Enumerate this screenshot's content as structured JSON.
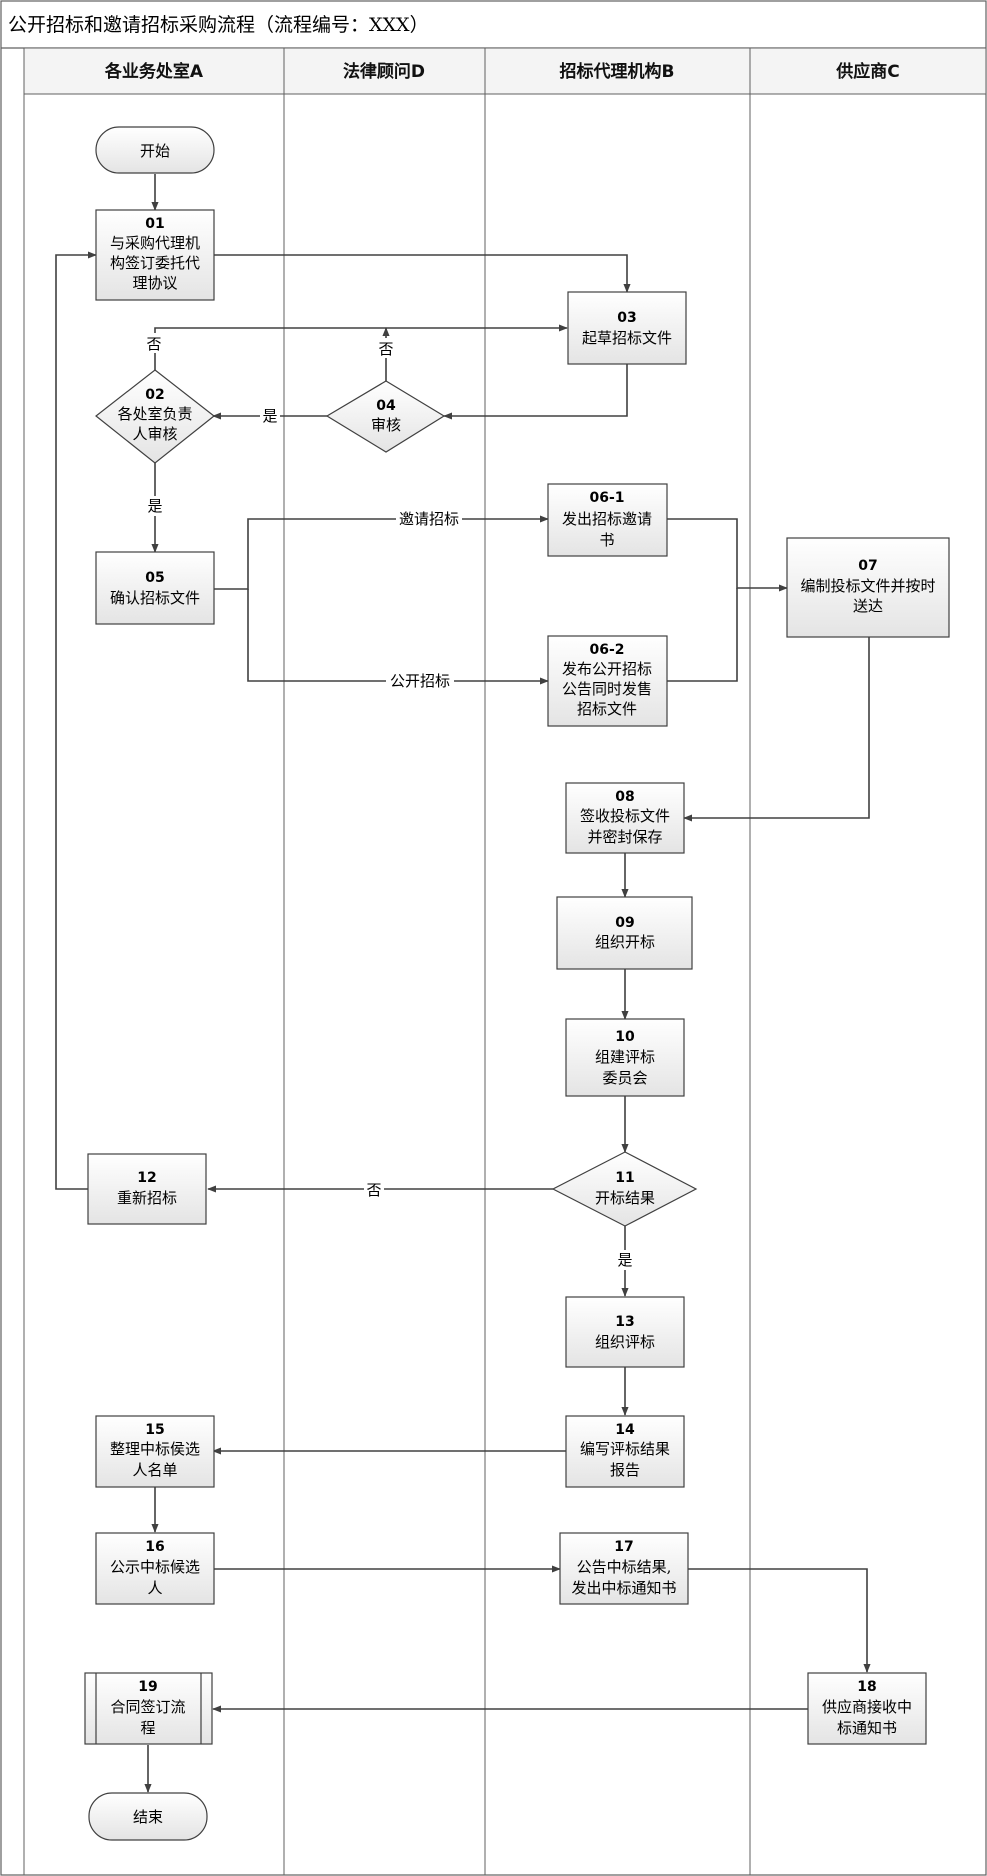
{
  "title": "公开招标和邀请招标采购流程（流程编号：XXX）",
  "lanes": [
    {
      "id": "A",
      "label": "各业务处室A"
    },
    {
      "id": "D",
      "label": "法律顾问D"
    },
    {
      "id": "B",
      "label": "招标代理机构B"
    },
    {
      "id": "C",
      "label": "供应商C"
    }
  ],
  "nodes": {
    "start": {
      "lines": [
        "开始"
      ]
    },
    "n01": {
      "num": "01",
      "lines": [
        "与采购代理机",
        "构签订委托代",
        "理协议"
      ]
    },
    "n03": {
      "num": "03",
      "lines": [
        "起草招标文件"
      ]
    },
    "n02": {
      "num": "02",
      "lines": [
        "各处室负责",
        "人审核"
      ]
    },
    "n04": {
      "num": "04",
      "lines": [
        "审核"
      ]
    },
    "n05": {
      "num": "05",
      "lines": [
        "确认招标文件"
      ]
    },
    "n061": {
      "num": "06-1",
      "lines": [
        "发出招标邀请",
        "书"
      ]
    },
    "n062": {
      "num": "06-2",
      "lines": [
        "发布公开招标",
        "公告同时发售",
        "招标文件"
      ]
    },
    "n07": {
      "num": "07",
      "lines": [
        "编制投标文件并按时",
        "送达"
      ]
    },
    "n08": {
      "num": "08",
      "lines": [
        "签收投标文件",
        "并密封保存"
      ]
    },
    "n09": {
      "num": "09",
      "lines": [
        "组织开标"
      ]
    },
    "n10": {
      "num": "10",
      "lines": [
        "组建评标",
        "委员会"
      ]
    },
    "n11": {
      "num": "11",
      "lines": [
        "开标结果"
      ]
    },
    "n12": {
      "num": "12",
      "lines": [
        "重新招标"
      ]
    },
    "n13": {
      "num": "13",
      "lines": [
        "组织评标"
      ]
    },
    "n14": {
      "num": "14",
      "lines": [
        "编写评标结果",
        "报告"
      ]
    },
    "n15": {
      "num": "15",
      "lines": [
        "整理中标侯选",
        "人名单"
      ]
    },
    "n16": {
      "num": "16",
      "lines": [
        "公示中标候选",
        "人"
      ]
    },
    "n17": {
      "num": "17",
      "lines": [
        "公告中标结果,",
        "发出中标通知书"
      ]
    },
    "n18": {
      "num": "18",
      "lines": [
        "供应商接收中",
        "标通知书"
      ]
    },
    "n19": {
      "num": "19",
      "lines": [
        "合同签订流",
        "程"
      ]
    },
    "end": {
      "lines": [
        "结束"
      ]
    }
  },
  "edge_labels": {
    "no_02": "否",
    "no_04": "否",
    "yes_04": "是",
    "yes_02": "是",
    "invite": "邀请招标",
    "open": "公开招标",
    "no_11": "否",
    "yes_11": "是"
  },
  "colors": {
    "border": "#404040",
    "box_fill_top": "#ffffff",
    "box_fill_bottom": "#e6e6e6",
    "header_fill": "#f4f4f4"
  }
}
